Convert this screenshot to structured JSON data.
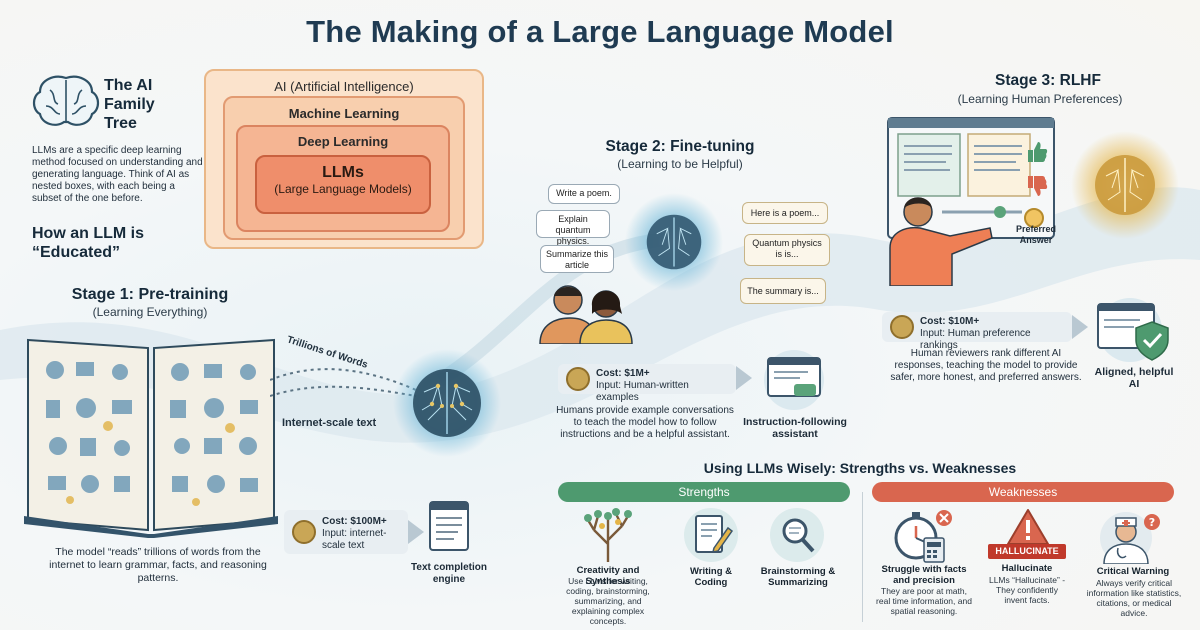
{
  "title": "The Making of a Large Language Model",
  "family_tree": {
    "heading": "The AI Family Tree",
    "description": "LLMs are a specific deep learning method focused on understanding and generating language. Think of AI as nested boxes, with each being a subset of the one before.",
    "boxes": {
      "ai": "AI (Artificial Intelligence)",
      "ml": "Machine Learning",
      "dl": "Deep Learning",
      "llm": "LLMs",
      "llm_full": "(Large Language Models)"
    }
  },
  "educated_heading": "How an LLM is “Educated”",
  "stage1": {
    "title": "Stage 1: Pre-training",
    "subtitle": "(Learning Everything)",
    "arrow_label": "Trillions of Words",
    "text_label": "Internet-scale text",
    "description": "The model “reads” trillions of words from the internet to learn grammar, facts, and reasoning patterns.",
    "cost": "Cost: $100M+",
    "input": "Input: internet-scale text",
    "output": "Text completion engine"
  },
  "stage2": {
    "title": "Stage 2: Fine-tuning",
    "subtitle": "(Learning to be Helpful)",
    "prompts": [
      "Write a poem.",
      "Explain quantum physics.",
      "Summarize this article"
    ],
    "responses": [
      "Here is a poem...",
      "Quantum physics is is...",
      "The summary is..."
    ],
    "cost": "Cost: $1M+",
    "input": "Input: Human-written examples",
    "description": "Humans provide example conversations to teach the model how to follow instructions and be a helpful assistant.",
    "output": "Instruction-following assistant"
  },
  "stage3": {
    "title": "Stage 3: RLHF",
    "subtitle": "(Learning Human Preferences)",
    "preferred": "Preferred Answer",
    "cost": "Cost: $10M+",
    "input": "Input: Human preference rankings",
    "description": "Human reviewers rank different AI responses, teaching the model to provide safer, more honest, and preferred answers.",
    "output": "Aligned, helpful AI"
  },
  "wisely": {
    "heading": "Using LLMs Wisely: Strengths vs. Weaknesses",
    "strengths_label": "Strengths",
    "weaknesses_label": "Weaknesses",
    "strengths": [
      {
        "title": "Creativity and Synthesis",
        "desc": "Use LLMs for writing, coding, brainstorming, summarizing, and explaining complex concepts."
      },
      {
        "title": "Writing & Coding",
        "desc": ""
      },
      {
        "title": "Brainstorming & Summarizing",
        "desc": ""
      }
    ],
    "weaknesses": [
      {
        "title": "Struggle with facts and precision",
        "desc": "They are poor at math, real time information, and spatial reasoning."
      },
      {
        "title": "Hallucinate",
        "badge": "HALLUCINATE",
        "desc": "LLMs “Hallucinate” - They confidently invent facts."
      },
      {
        "title": "Critical Warning",
        "desc": "Always verify critical information like statistics, citations, or medical advice."
      }
    ]
  },
  "colors": {
    "title": "#1f3b52",
    "strengths": "#4e9a6f",
    "weaknesses": "#d9664f",
    "glow_blue": "#6ab6d8",
    "glow_gold": "#e5b548"
  },
  "icons": [
    "brain-icon",
    "book-icon",
    "neural-brain-icon",
    "coin-stack-icon",
    "document-icon",
    "chat-window-icon",
    "people-icon",
    "thumbs-up-icon",
    "thumbs-down-icon",
    "shield-check-icon",
    "tree-icon",
    "pencil-paper-icon",
    "magnifier-icon",
    "stopwatch-icon",
    "warning-icon",
    "doctor-icon"
  ]
}
